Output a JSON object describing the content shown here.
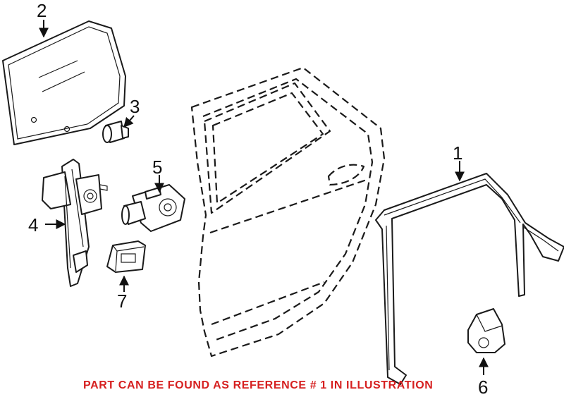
{
  "callouts": [
    "1",
    "2",
    "3",
    "4",
    "5",
    "6",
    "7"
  ],
  "caption": "PART CAN BE FOUND AS REFERENCE # 1 IN ILLUSTRATION",
  "colors": {
    "caption": "#d62020",
    "line": "#1a1a1a"
  }
}
